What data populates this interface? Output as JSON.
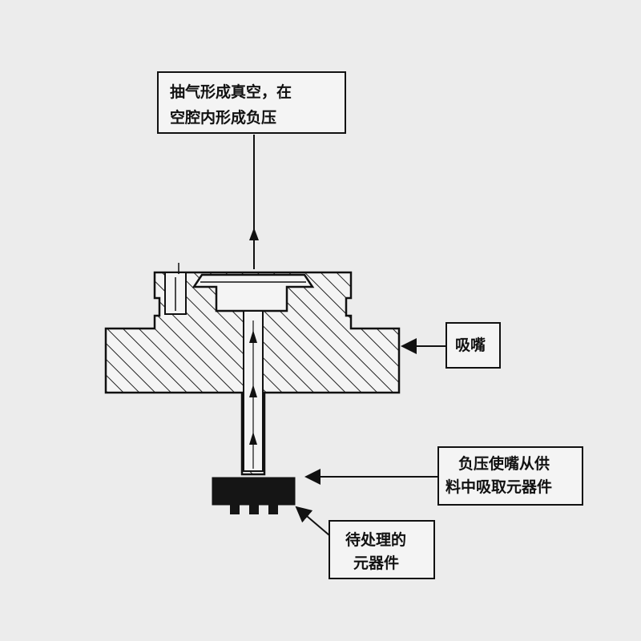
{
  "labels": {
    "vacuum_line1": "抽气形成真空，在",
    "vacuum_line2": "空腔内形成负压",
    "nozzle": "吸嘴",
    "pickup_line1": "负压使嘴从供",
    "pickup_line2": "料中吸取元器件",
    "component_line1": "待处理的",
    "component_line2": "元器件"
  }
}
